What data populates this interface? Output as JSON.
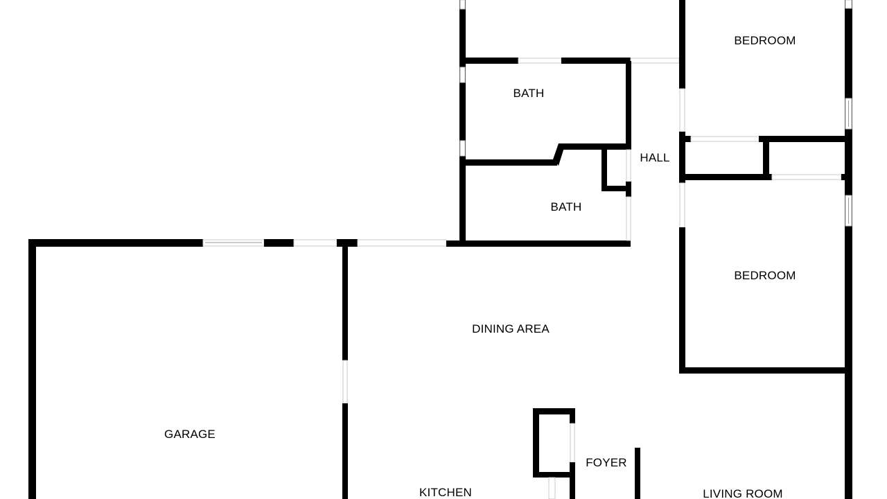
{
  "floorplan": {
    "rooms": [
      {
        "id": "bedroom-top",
        "label": "BEDROOM"
      },
      {
        "id": "bath-upper",
        "label": "BATH"
      },
      {
        "id": "hall",
        "label": "HALL"
      },
      {
        "id": "bath-lower",
        "label": "BATH"
      },
      {
        "id": "bedroom-mid",
        "label": "BEDROOM"
      },
      {
        "id": "dining-area",
        "label": "DINING AREA"
      },
      {
        "id": "garage",
        "label": "GARAGE"
      },
      {
        "id": "foyer",
        "label": "FOYER"
      },
      {
        "id": "kitchen",
        "label": "KITCHEN"
      },
      {
        "id": "living-room",
        "label": "LIVING ROOM"
      }
    ],
    "colors": {
      "wall": "#000000",
      "background": "#ffffff",
      "opening": "#c8c8c8"
    }
  }
}
